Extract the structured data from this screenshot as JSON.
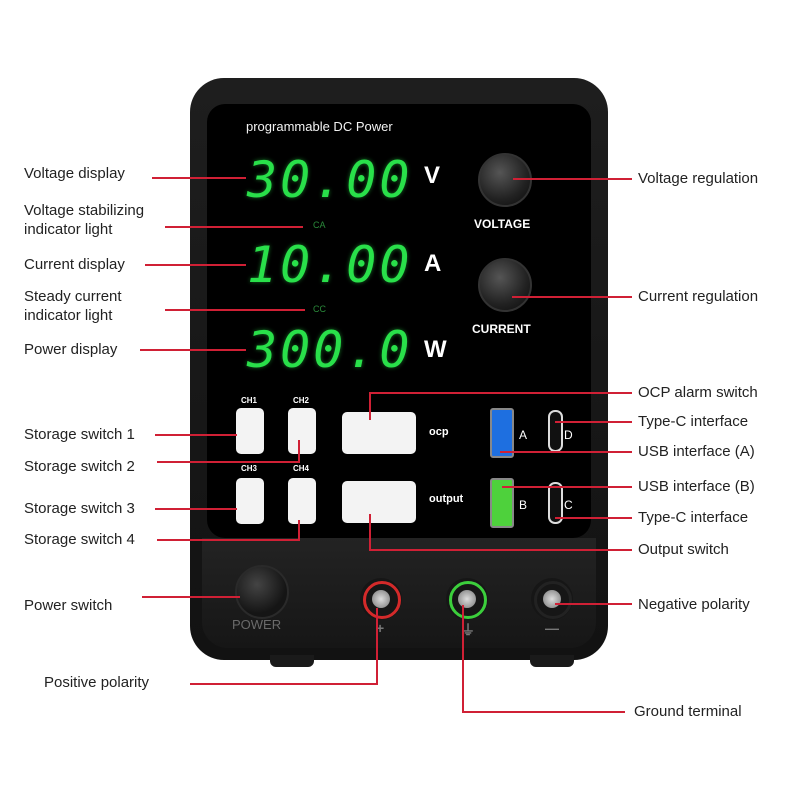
{
  "device": {
    "panel_title": "programmable DC Power",
    "voltage_display": "30.00",
    "current_display": "10.00",
    "power_display": "300.0",
    "unit_voltage": "V",
    "unit_current": "A",
    "unit_power": "W",
    "cv_indicator": "CA",
    "cc_indicator": "CC",
    "knob_voltage_label": "VOLTAGE",
    "knob_current_label": "CURRENT",
    "ch_labels": [
      "CH1",
      "CH2",
      "CH3",
      "CH4"
    ],
    "ocp_label": "ocp",
    "output_label": "output",
    "port_letters": {
      "a": "A",
      "b": "B",
      "c": "C",
      "d": "D"
    },
    "power_label": "POWER"
  },
  "callouts": {
    "voltage_display": "Voltage display",
    "voltage_stabilizing": [
      "Voltage stabilizing",
      "indicator light"
    ],
    "current_display": "Current display",
    "steady_current": [
      "Steady current",
      "indicator light"
    ],
    "power_display": "Power display",
    "storage_1": "Storage switch 1",
    "storage_2": "Storage switch 2",
    "storage_3": "Storage switch 3",
    "storage_4": "Storage switch 4",
    "power_switch": "Power switch",
    "positive_polarity": "Positive polarity",
    "voltage_regulation": "Voltage regulation",
    "current_regulation": "Current regulation",
    "ocp_alarm": "OCP alarm switch",
    "type_c_1": "Type-C interface",
    "usb_a": "USB interface (A)",
    "usb_b": "USB interface (B)",
    "type_c_2": "Type-C interface",
    "output_switch": "Output switch",
    "negative_polarity": "Negative polarity",
    "ground_terminal": "Ground terminal"
  },
  "colors": {
    "leader_line": "#d02035",
    "display_green": "#29e04a",
    "usb_a_port": "#1e6fe0",
    "usb_b_port": "#4ed13c",
    "positive_ring": "#d42a2a",
    "ground_ring": "#3ccf3c",
    "negative_ring": "#222222"
  }
}
